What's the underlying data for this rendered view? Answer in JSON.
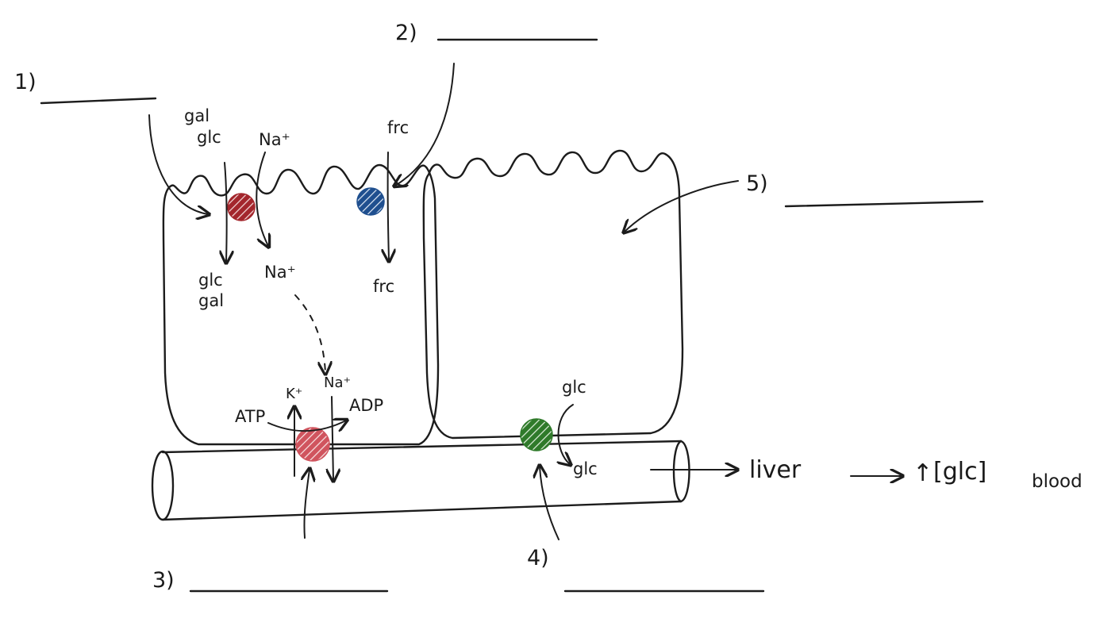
{
  "labels": {
    "q1": "1)",
    "q2": "2)",
    "q3": "3)",
    "q4": "4)",
    "q5": "5)"
  },
  "apical": {
    "gal_top": "gal",
    "glc_top": "glc",
    "na_top": "Na⁺",
    "frc_top": "frc",
    "glc_in": "glc",
    "gal_in": "gal",
    "na_in": "Na⁺",
    "frc_in": "frc"
  },
  "basal": {
    "k": "K⁺",
    "na": "Na⁺",
    "atp": "ATP",
    "adp": "ADP",
    "glc_top": "glc",
    "glc_out": "glc"
  },
  "pathway": {
    "liver": "liver",
    "up_arrow": "↑",
    "glc_bracket": "[glc]",
    "blood": "blood"
  },
  "colors": {
    "sglt_red": "#a3262c",
    "pump_red": "#d0545e",
    "glut5_blue": "#1f4f8f",
    "glut2_green": "#2f7a2a",
    "ink": "#1c1c1c"
  }
}
